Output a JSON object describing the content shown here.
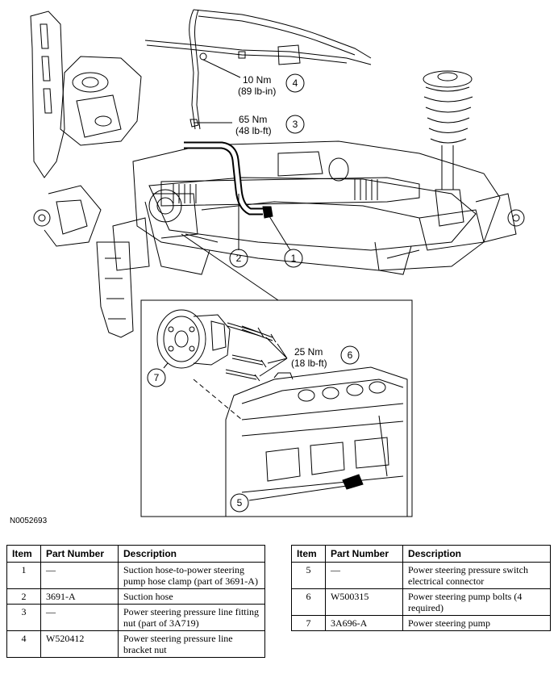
{
  "figure_id": "N0052693",
  "callouts": [
    {
      "num": "4",
      "torque": "10 Nm",
      "imperial": "(89 lb-in)"
    },
    {
      "num": "3",
      "torque": "65 Nm",
      "imperial": "(48 lb-ft)"
    },
    {
      "num": "2"
    },
    {
      "num": "1"
    },
    {
      "num": "6",
      "torque": "25 Nm",
      "imperial": "(18 lb-ft)"
    },
    {
      "num": "7"
    },
    {
      "num": "5"
    }
  ],
  "table": {
    "headers": [
      "Item",
      "Part Number",
      "Description"
    ],
    "left_rows": [
      {
        "item": "1",
        "part": "—",
        "desc": "Suction hose-to-power steering pump hose clamp (part of 3691-A)"
      },
      {
        "item": "2",
        "part": "3691-A",
        "desc": "Suction hose"
      },
      {
        "item": "3",
        "part": "—",
        "desc": "Power steering pressure line fitting nut (part of 3A719)"
      },
      {
        "item": "4",
        "part": "W520412",
        "desc": "Power steering pressure line bracket nut"
      }
    ],
    "right_rows": [
      {
        "item": "5",
        "part": "—",
        "desc": "Power steering pressure switch electrical connector"
      },
      {
        "item": "6",
        "part": "W500315",
        "desc": "Power steering pump bolts (4 required)"
      },
      {
        "item": "7",
        "part": "3A696-A",
        "desc": "Power steering pump"
      }
    ]
  }
}
